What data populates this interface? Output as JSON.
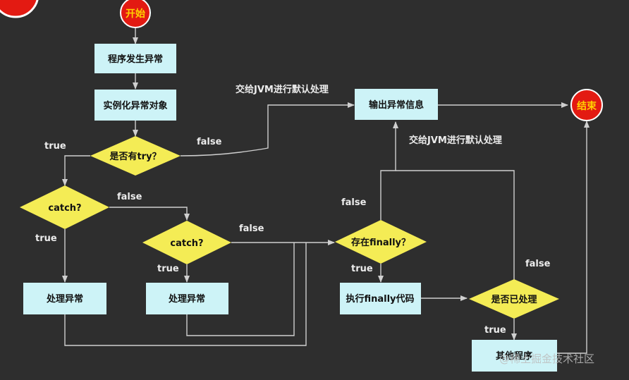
{
  "flowchart": {
    "nodes": {
      "start": "开始",
      "throw": "程序发生异常",
      "instantiate": "实例化异常对象",
      "has_try": "是否有try？",
      "output_info": "输出异常信息",
      "end": "结束",
      "catch1": "catch?",
      "catch2": "catch?",
      "handle1": "处理异常",
      "handle2": "处理异常",
      "has_finally": "存在finally？",
      "exec_finally": "执行finally代码",
      "handled": "是否已处理",
      "other": "其他程序"
    },
    "labels": {
      "jvm_top": "交给JVM进行默认处理",
      "jvm_mid": "交给JVM进行默认处理",
      "try_true": "true",
      "try_false": "false",
      "catch1_false": "false",
      "catch1_true": "true",
      "catch2_true": "true",
      "catch2_false": "false",
      "finally_false": "false",
      "finally_true": "true",
      "handled_false": "false",
      "handled_true": "true"
    },
    "watermark": "@稀土掘金技术社区",
    "colors": {
      "background": "#2e2e2e",
      "process_box": "#cdf3f7",
      "decision": "#f4ec55",
      "terminal": "#e31a12",
      "terminal_text": "#ffd000",
      "line": "#cfcfcf"
    }
  }
}
